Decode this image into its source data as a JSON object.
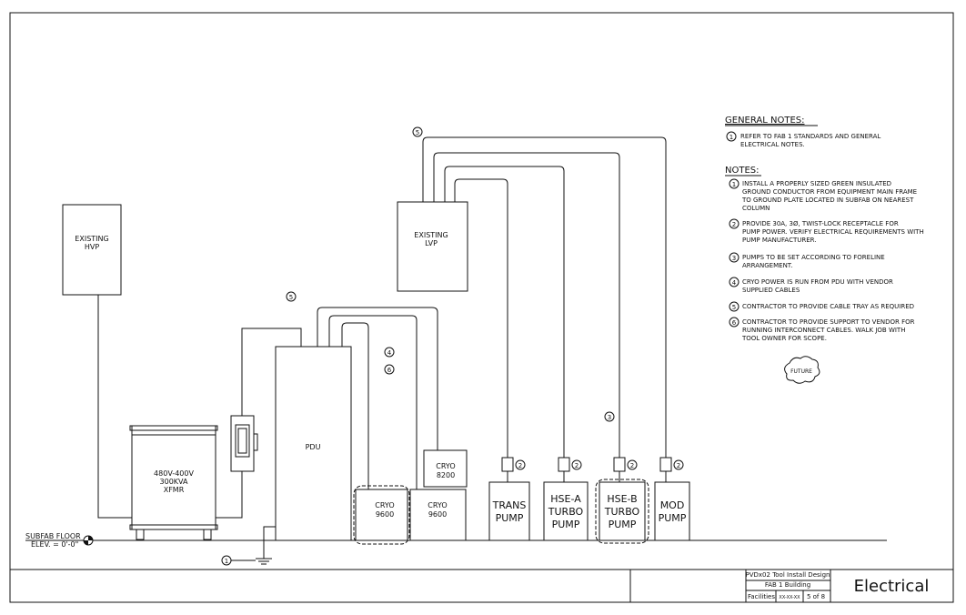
{
  "equipment": {
    "hvp": [
      "EXISTING",
      "HVP"
    ],
    "lvp": [
      "EXISTING",
      "LVP"
    ],
    "pdu": "PDU",
    "xfmr": [
      "480V-400V",
      "300KVA",
      "XFMR"
    ],
    "cryo_8200": [
      "CRYO",
      "8200"
    ],
    "cryo_9600_a": [
      "CRYO",
      "9600"
    ],
    "cryo_9600_b": [
      "CRYO",
      "9600"
    ],
    "trans_pump": [
      "TRANS",
      "PUMP"
    ],
    "hse_a_turbo_pump": [
      "HSE-A",
      "TURBO",
      "PUMP"
    ],
    "hse_b_turbo_pump": [
      "HSE-B",
      "TURBO",
      "PUMP"
    ],
    "mod_pump": [
      "MOD",
      "PUMP"
    ],
    "future": "FUTURE"
  },
  "floor": {
    "label": "SUBFAB FLOOR",
    "elev": "ELEV. = 0'-0\""
  },
  "tags": {
    "n1": "1",
    "n2": "2",
    "n3": "3",
    "n4": "4",
    "n5": "5",
    "n6": "6"
  },
  "general_notes": {
    "title": "GENERAL NOTES:",
    "items": [
      {
        "num": "1",
        "lines": [
          "REFER TO FAB 1 STANDARDS AND GENERAL",
          "ELECTRICAL NOTES."
        ]
      }
    ]
  },
  "notes": {
    "title": "NOTES:",
    "items": [
      {
        "num": "1",
        "lines": [
          "INSTALL A PROPERLY SIZED GREEN INSULATED",
          "GROUND CONDUCTOR FROM EQUIPMENT MAIN FRAME",
          "TO GROUND PLATE LOCATED IN SUBFAB ON NEAREST",
          "COLUMN"
        ]
      },
      {
        "num": "2",
        "lines": [
          "PROVIDE 30A, 3Ø, TWIST-LOCK RECEPTACLE FOR",
          "PUMP POWER. VERIFY ELECTRICAL REQUIREMENTS WITH",
          "PUMP MANUFACTURER."
        ]
      },
      {
        "num": "3",
        "lines": [
          "PUMPS TO BE SET ACCORDING TO FORELINE",
          "ARRANGEMENT."
        ]
      },
      {
        "num": "4",
        "lines": [
          "CRYO POWER IS RUN FROM PDU WITH VENDOR",
          "SUPPLIED CABLES"
        ]
      },
      {
        "num": "5",
        "lines": [
          "CONTRACTOR TO PROVIDE CABLE TRAY AS REQUIRED"
        ]
      },
      {
        "num": "6",
        "lines": [
          "CONTRACTOR TO PROVIDE SUPPORT TO VENDOR FOR",
          "RUNNING INTERCONNECT CABLES. WALK JOB WITH",
          "TOOL OWNER FOR SCOPE."
        ]
      }
    ]
  },
  "title_block": {
    "project": "PVDx02 Tool Install Design",
    "building": "FAB 1 Building",
    "dept": "Facilities",
    "code": "XX-XX-XX",
    "sheet": "5 of 8",
    "discipline": "Electrical"
  }
}
